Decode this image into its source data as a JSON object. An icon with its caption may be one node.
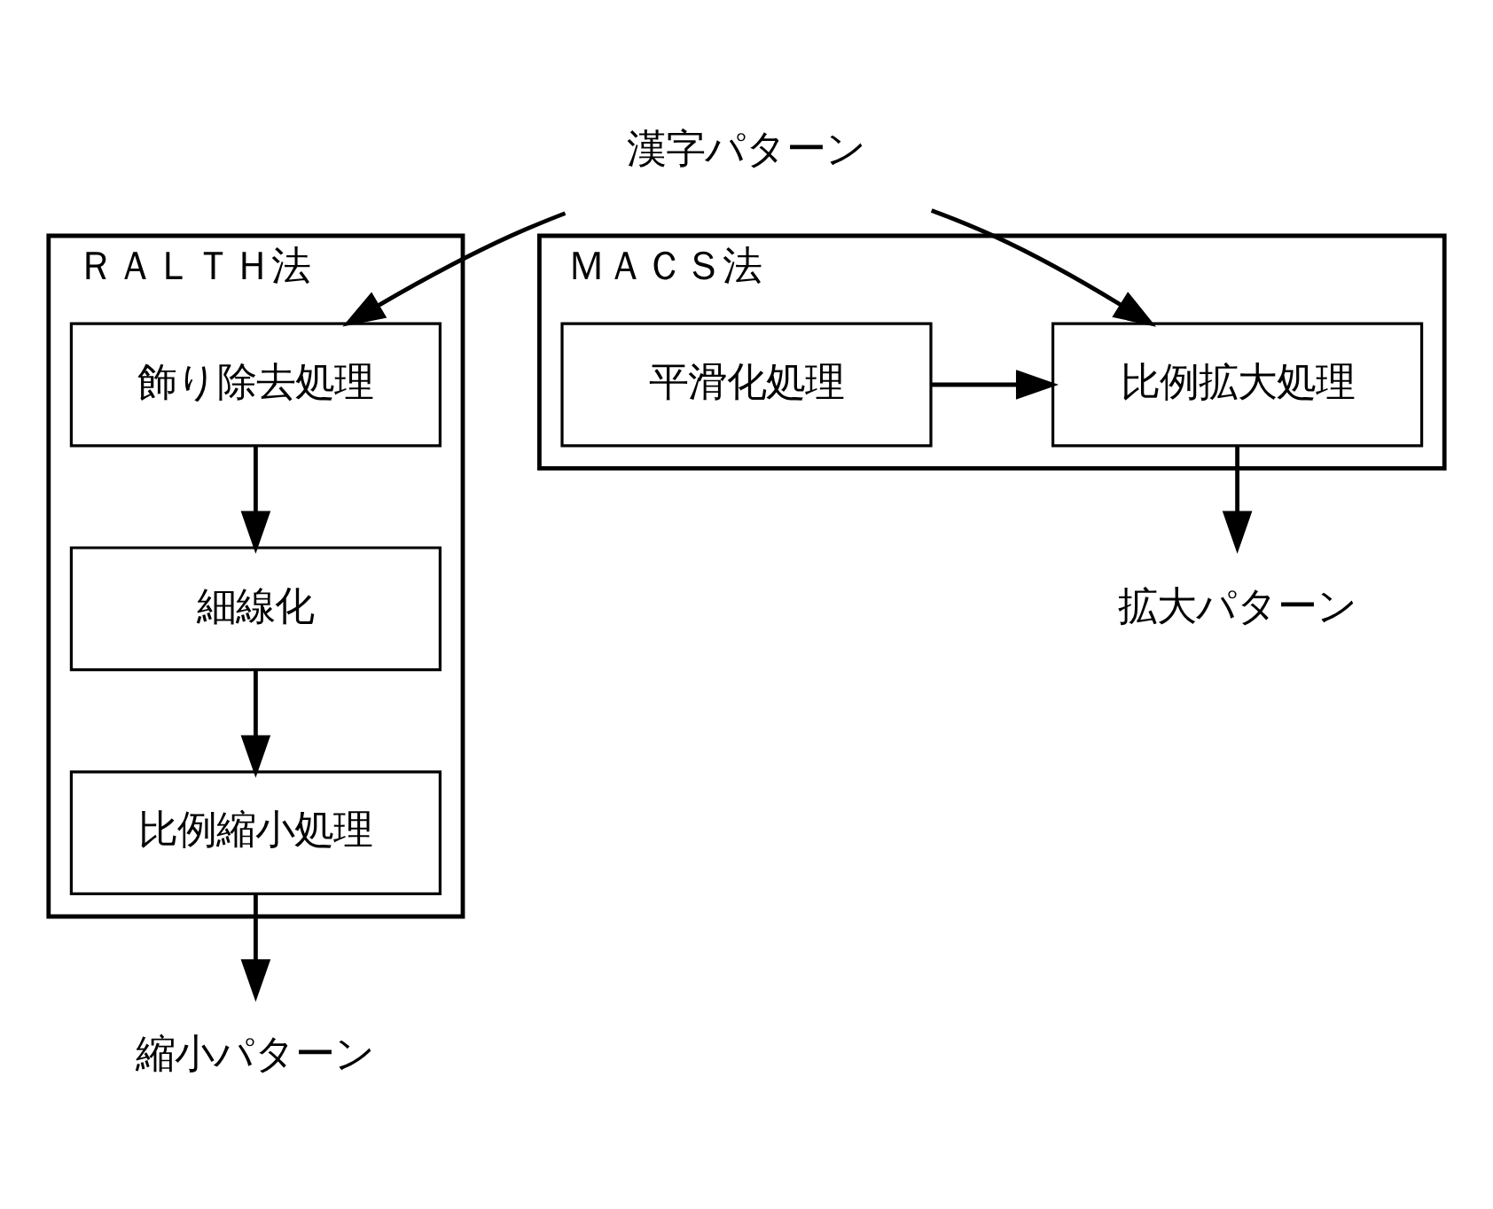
{
  "diagram": {
    "nodes": [
      {
        "text": [
          "漢字パターン"
        ]
      },
      {
        "text": [
          "ＲＡＬＴＨ法"
        ]
      },
      {
        "text": [
          "飾り除去処理"
        ],
        "in": 1
      },
      {
        "text": [
          "細線化"
        ],
        "in": 1
      },
      {
        "text": [
          "比例縮小処理"
        ],
        "in": 1
      },
      {
        "text": [
          "ＭＡＣＳ法"
        ]
      },
      {
        "text": [
          "比例拡大処理"
        ],
        "in": 5
      },
      {
        "text": [
          "平滑化処理"
        ],
        "in": 5
      },
      {
        "text": [
          "縮小パターン"
        ]
      },
      {
        "text": [
          "拡大パターン"
        ]
      }
    ],
    "edges": [
      {
        "from": 0,
        "to": 2,
        "arrow": "to"
      },
      {
        "from": 0,
        "to": 6,
        "arrow": "to"
      },
      {
        "from": 2,
        "to": 3,
        "arrow": "to"
      },
      {
        "from": 3,
        "to": 4,
        "arrow": "to"
      },
      {
        "from": 4,
        "to": 8,
        "arrow": "to"
      },
      {
        "from": 6,
        "to": 9,
        "arrow": "to"
      },
      {
        "from": 7,
        "to": 6,
        "arrow": "to"
      }
    ]
  }
}
